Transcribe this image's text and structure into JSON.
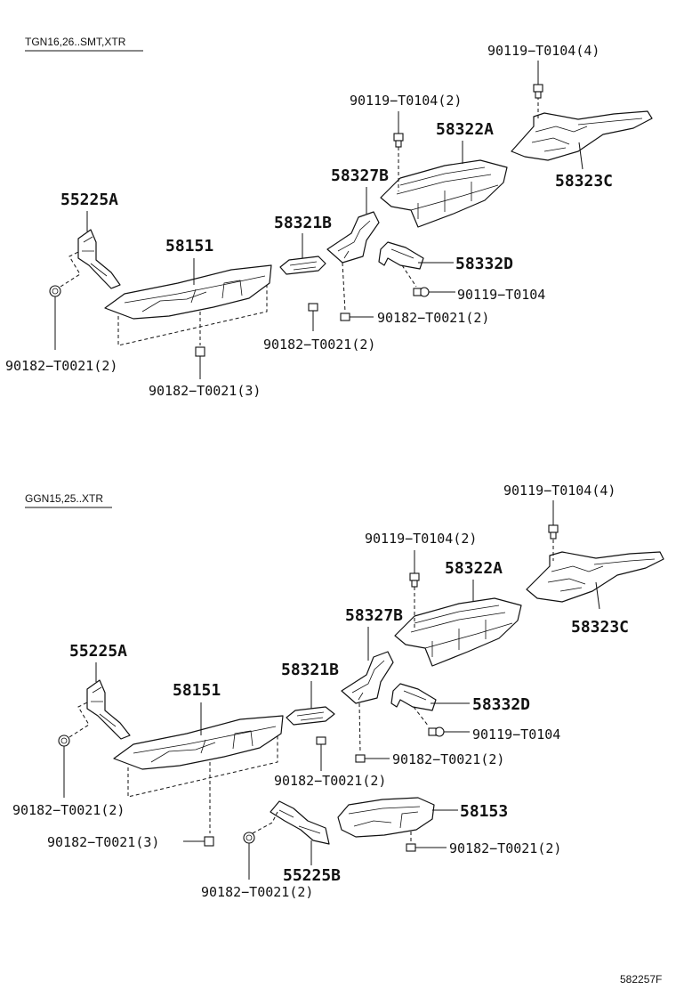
{
  "sections": [
    {
      "title": "TGN16,26..SMT,XTR",
      "labels": {
        "p58323C": "58323C",
        "b4": "90119−T0104(4)",
        "p58322A": "58322A",
        "b2": "90119−T0104(2)",
        "p58327B": "58327B",
        "p55225A": "55225A",
        "p58321B": "58321B",
        "p58151": "58151",
        "p58332D": "58332D",
        "b1": "90119−T0104",
        "c2a": "90182−T0021(2)",
        "c2b": "90182−T0021(2)",
        "c2c": "90182−T0021(2)",
        "c3": "90182−T0021(3)"
      }
    },
    {
      "title": "GGN15,25..XTR",
      "labels": {
        "b4": "90119−T0104(4)",
        "b2": "90119−T0104(2)",
        "p58322A": "58322A",
        "p58323C": "58323C",
        "p58327B": "58327B",
        "p55225A": "55225A",
        "p58321B": "58321B",
        "p58151": "58151",
        "p58332D": "58332D",
        "b1": "90119−T0104",
        "c2a": "90182−T0021(2)",
        "c2b": "90182−T0021(2)",
        "c2c": "90182−T0021(2)",
        "p58153": "58153",
        "c3": "90182−T0021(3)",
        "c2d": "90182−T0021(2)",
        "p55225B": "55225B",
        "c2e": "90182−T0021(2)"
      }
    }
  ],
  "diagram_code": "582257F"
}
